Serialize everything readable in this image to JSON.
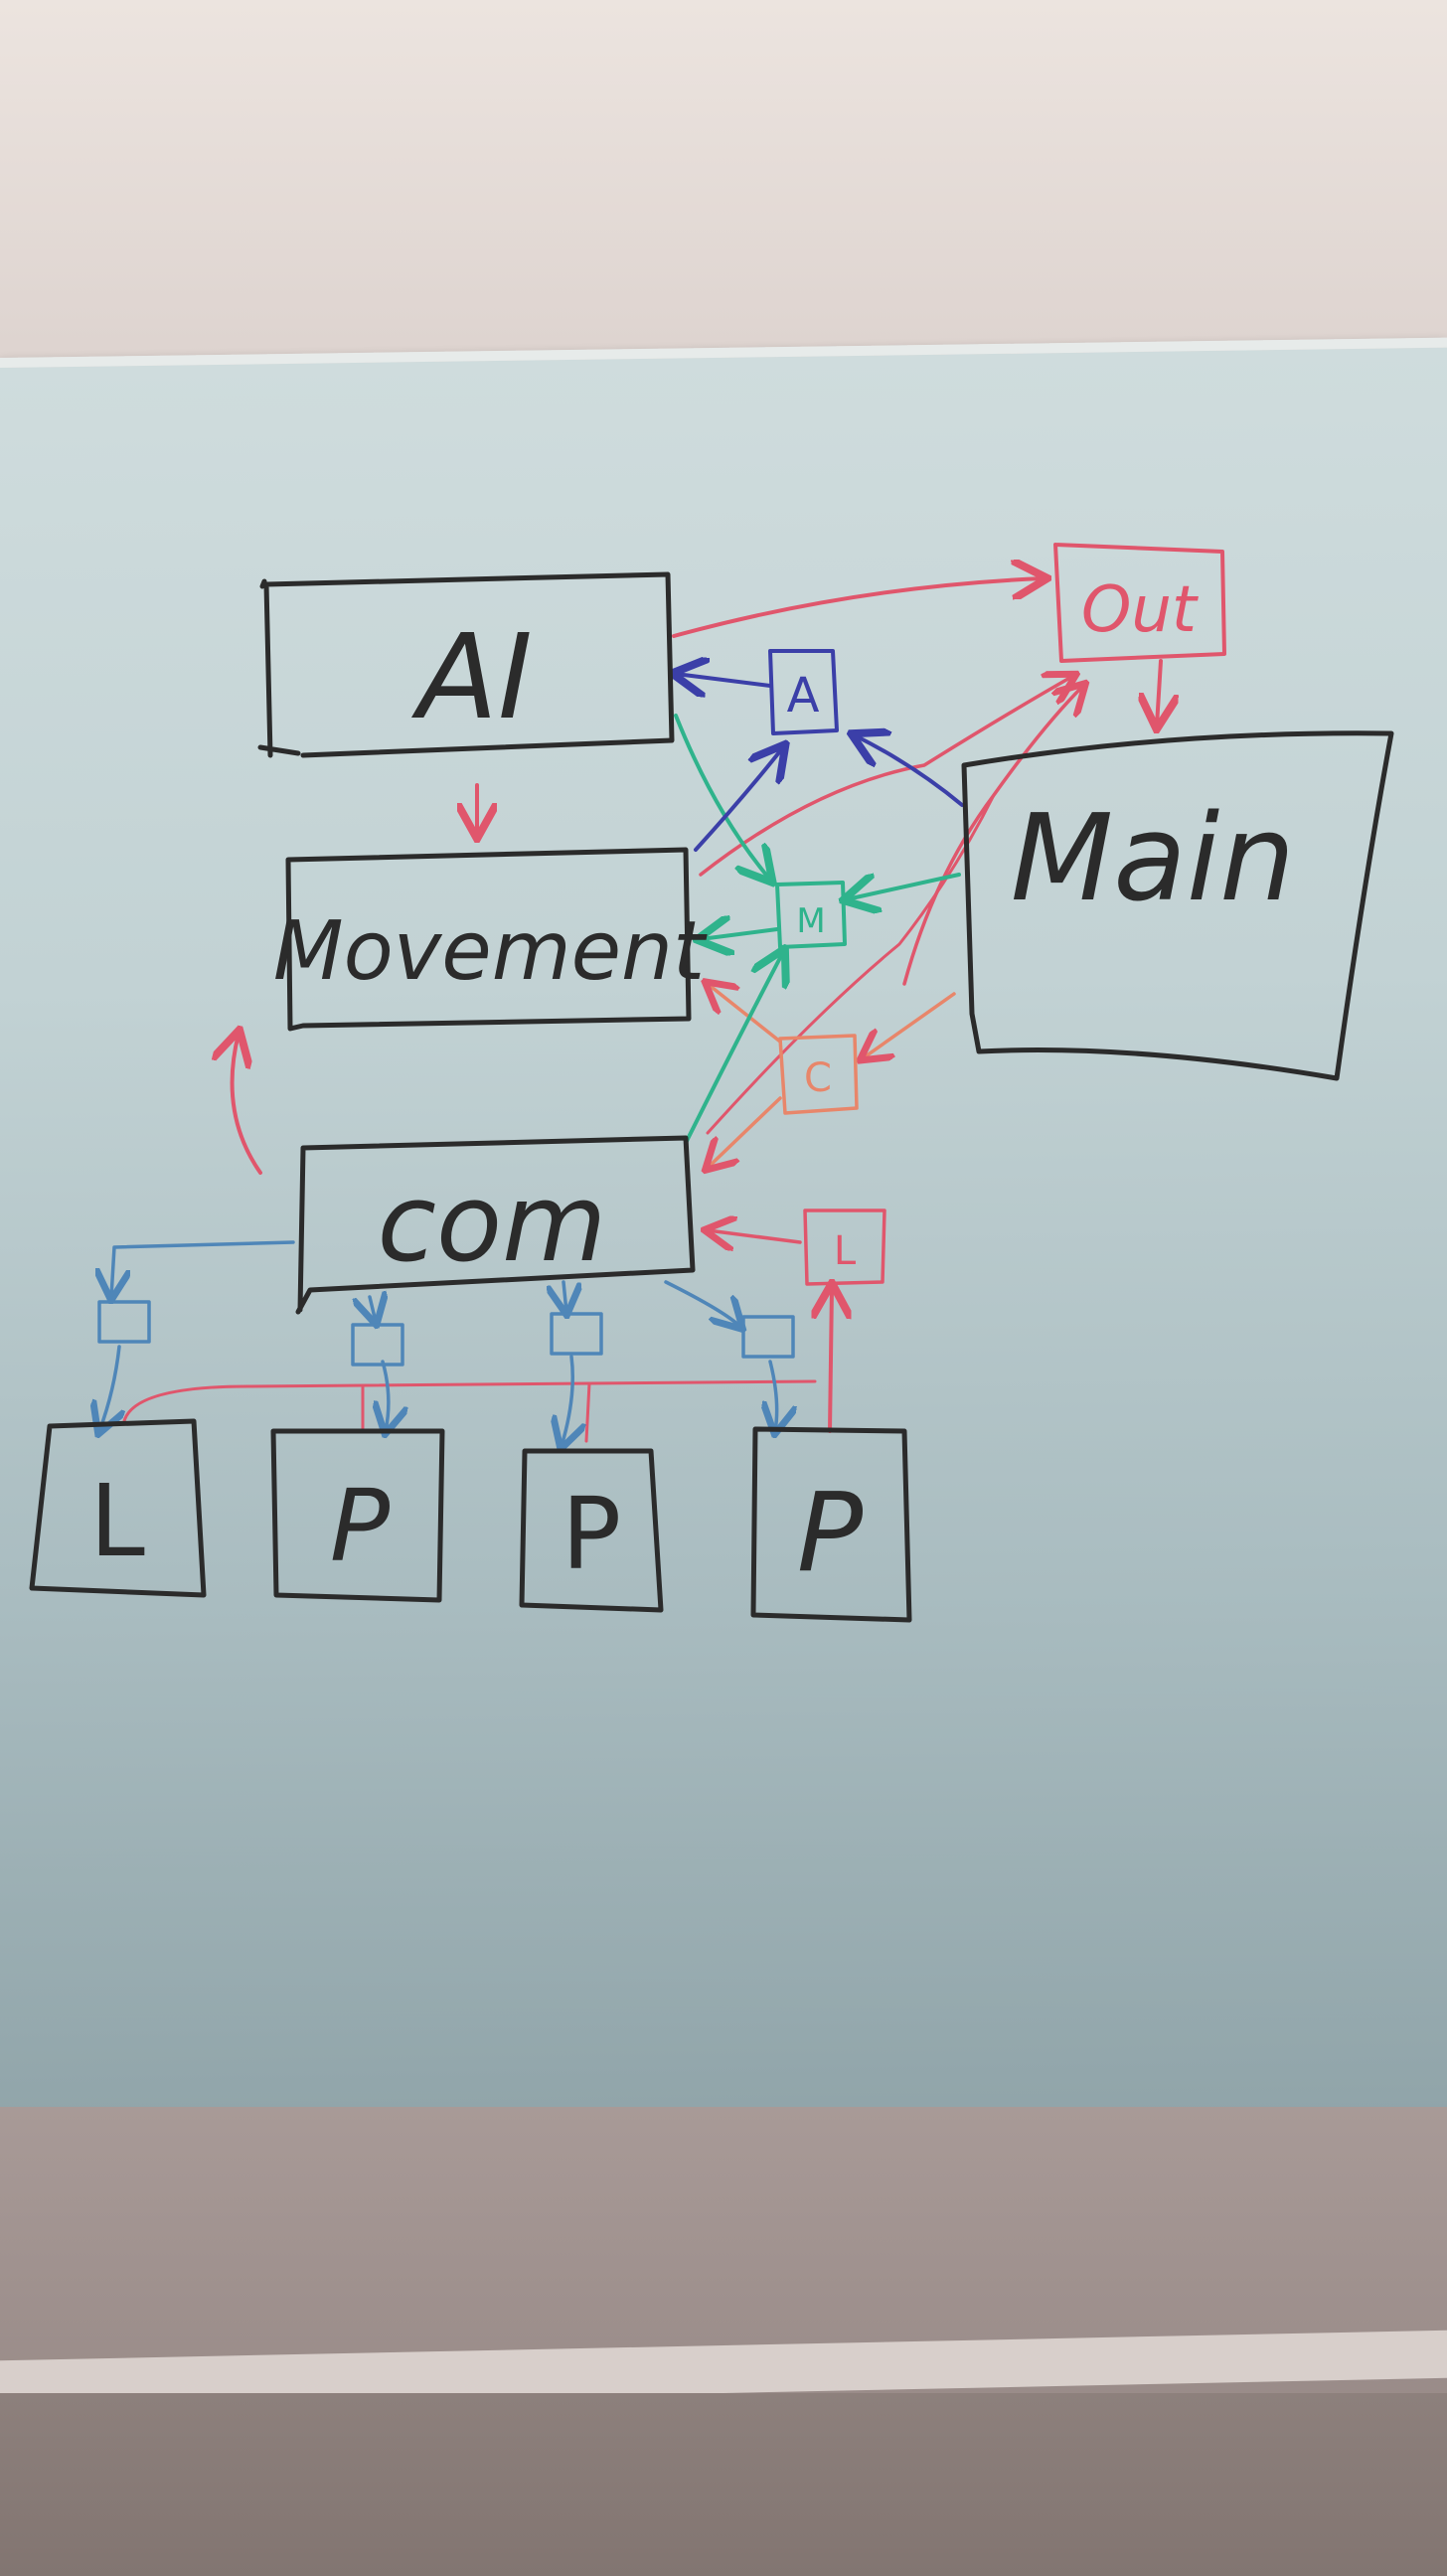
{
  "diagram": {
    "boxes": {
      "ai": "AI",
      "movement": "Movement",
      "com": "com",
      "main": "Main",
      "out": "Out",
      "a_small": "A",
      "m_small": "M",
      "l_small": "L",
      "c_small": "C",
      "leaf_1": "L",
      "leaf_2": "P",
      "leaf_3": "P",
      "leaf_4": "P"
    },
    "colors": {
      "black": "#2b2b2b",
      "red": "#e0566c",
      "orange": "#e8866a",
      "green": "#2fb38c",
      "purple": "#3b3fa8",
      "blue": "#4f86b8"
    }
  }
}
